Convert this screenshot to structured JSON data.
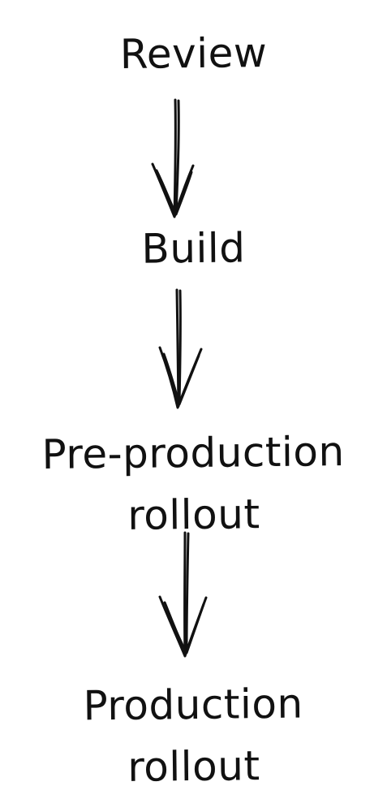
{
  "diagram": {
    "nodes": [
      {
        "id": "review",
        "lines": [
          "Review"
        ]
      },
      {
        "id": "build",
        "lines": [
          "Build"
        ]
      },
      {
        "id": "pre-production-rollout",
        "lines": [
          "Pre-production",
          "rollout"
        ]
      },
      {
        "id": "production-rollout",
        "lines": [
          "Production",
          "rollout"
        ]
      }
    ],
    "edges": [
      {
        "from": "review",
        "to": "build"
      },
      {
        "from": "build",
        "to": "pre-production-rollout"
      },
      {
        "from": "pre-production-rollout",
        "to": "production-rollout"
      }
    ],
    "colors": {
      "ink": "#111111",
      "background": "#ffffff"
    }
  }
}
